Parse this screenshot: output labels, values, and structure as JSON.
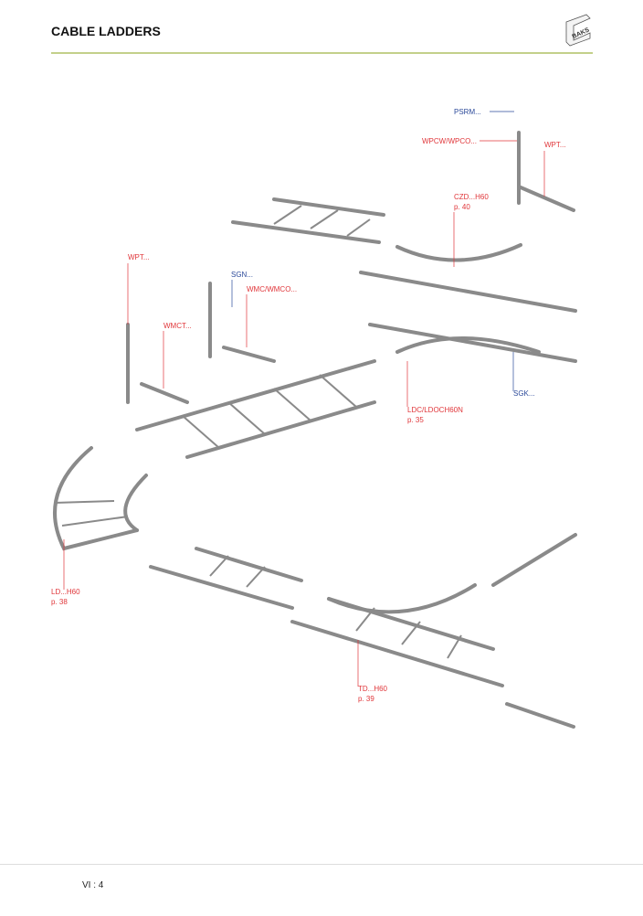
{
  "header": {
    "title": "CABLE LADDERS",
    "logo_text": "BAKS"
  },
  "labels": {
    "psrm": "PSRM...",
    "wpcw": "WPCW/WPCO...",
    "wpt_right": "WPT...",
    "czd": "CZD...H60",
    "czd_page": "p. 40",
    "wpt_left": "WPT...",
    "sgn": "SGN...",
    "wmc": "WMC/WMCO...",
    "wmct": "WMCT...",
    "sgk": "SGK...",
    "ldc": "LDC/LDOCH60N",
    "ldc_page": "p. 35",
    "ld": "LD...H60",
    "ld_page": "p. 38",
    "td": "TD...H60",
    "td_page": "p. 39"
  },
  "footer": {
    "page": "VI : 4"
  },
  "colors": {
    "accent_rule": "#c3d08a",
    "label_red": "#e0363a",
    "label_blue": "#2c4a9a"
  }
}
